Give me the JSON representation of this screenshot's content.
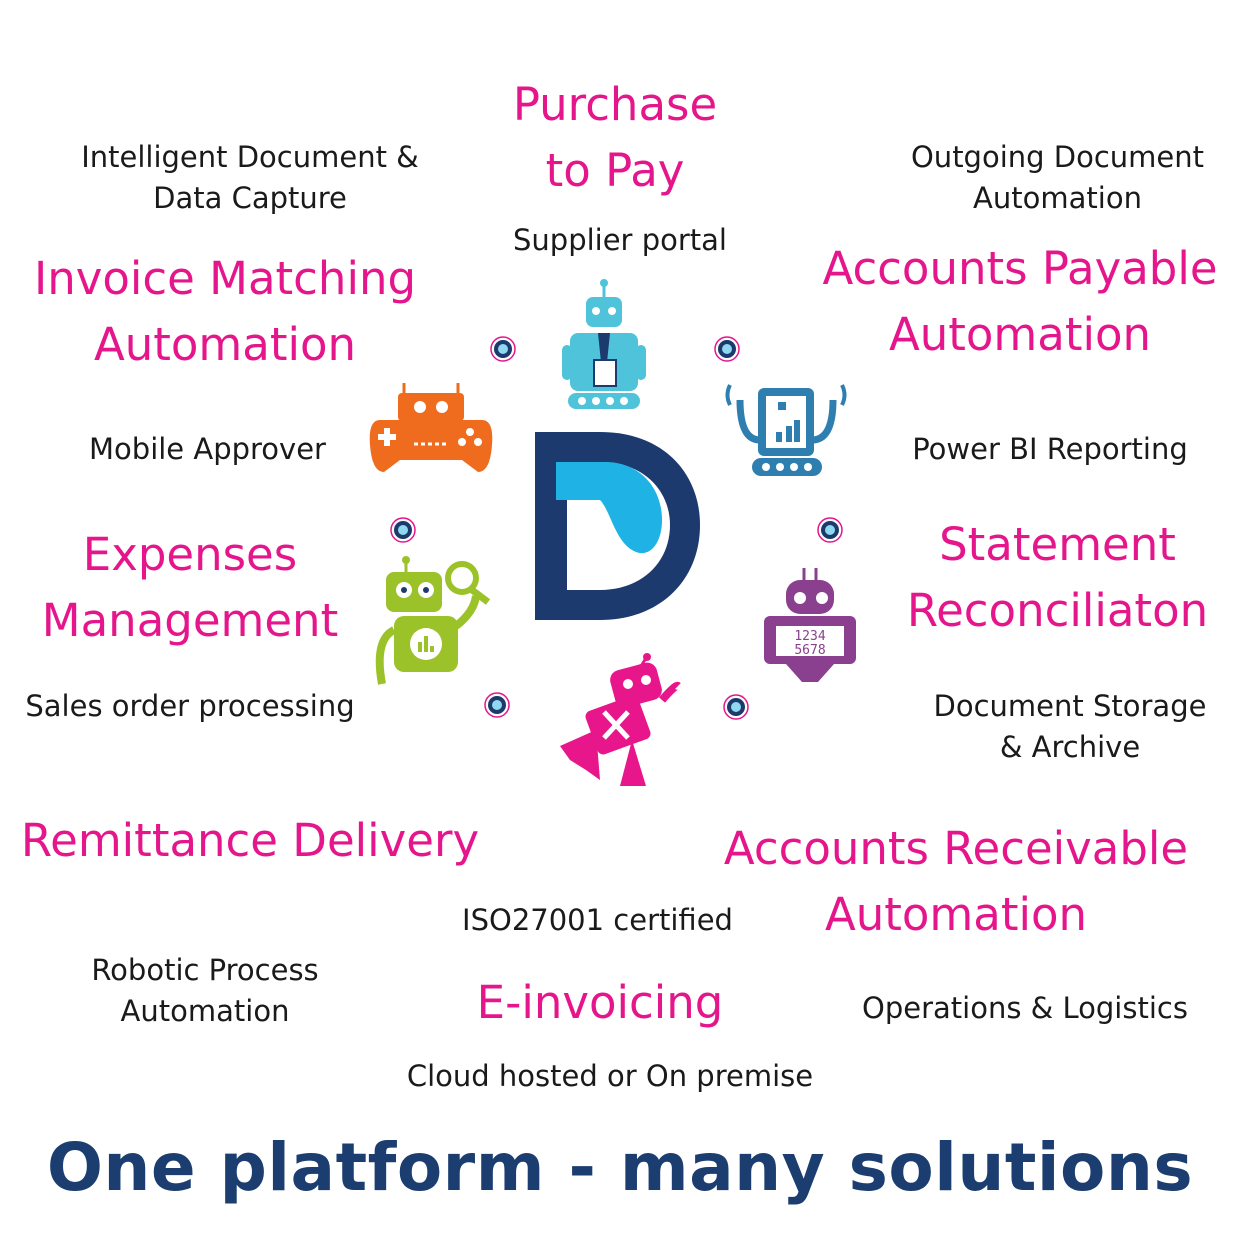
{
  "colors": {
    "accent": "#e5168c",
    "navy": "#1b3d6f",
    "text": "#1a1a1a",
    "logo_blue": "#1c3a6e",
    "logo_cyan": "#1fb3e5",
    "robot_cyan": "#4fc3d9",
    "robot_blue": "#2e7fb0",
    "robot_orange": "#ef6c1f",
    "robot_green": "#9cc22a",
    "robot_purple": "#8b3f8f",
    "robot_pink": "#e8168b"
  },
  "icons": {
    "logo": "letter-d-logo",
    "robot_top": "tie-robot-icon",
    "robot_top_right": "tablet-robot-icon",
    "robot_right": "numbers-robot-icon",
    "robot_bottom": "flying-robot-icon",
    "robot_left": "magnifier-robot-icon",
    "robot_top_left": "gamepad-robot-icon",
    "dot": "target-dot-icon"
  },
  "solutions": {
    "purchase_to_pay": "Purchase\nto Pay",
    "invoice_matching": "Invoice Matching\nAutomation",
    "accounts_payable": "Accounts Payable\nAutomation",
    "expenses": "Expenses\nManagement",
    "statement_reconciliation": "Statement\nReconciliaton",
    "remittance": "Remittance Delivery",
    "accounts_receivable": "Accounts Receivable\nAutomation",
    "einvoicing": "E-invoicing"
  },
  "features": {
    "intelligent_capture": "Intelligent Document &\nData Capture",
    "outgoing_document": "Outgoing Document\nAutomation",
    "supplier_portal": "Supplier portal",
    "mobile_approver": "Mobile Approver",
    "power_bi": "Power BI Reporting",
    "sales_order": "Sales order processing",
    "document_storage": "Document Storage\n& Archive",
    "iso": "ISO27001 certified",
    "rpa": "Robotic Process\nAutomation",
    "operations": "Operations & Logistics",
    "cloud": "Cloud hosted or On premise"
  },
  "tagline": "One platform - many solutions"
}
